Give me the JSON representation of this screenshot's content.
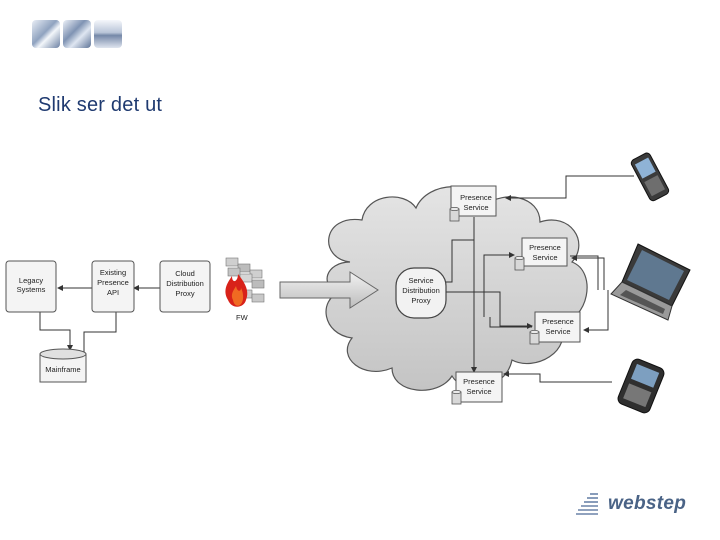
{
  "title": "Slik ser det ut",
  "diagram": {
    "legacy_systems": [
      "Legacy",
      "Systems"
    ],
    "existing_api": [
      "Existing",
      "Presence",
      "API"
    ],
    "cloud_proxy": [
      "Cloud",
      "Distribution",
      "Proxy"
    ],
    "mainframe": "Mainframe",
    "firewall": "FW",
    "service_proxy": [
      "Service",
      "Distribution",
      "Proxy"
    ],
    "presence_service_top": [
      "Presence",
      "Service"
    ],
    "presence_service_right": [
      "Presence",
      "Service"
    ],
    "presence_service_mid": [
      "Presence",
      "Service"
    ],
    "presence_service_bottom": [
      "Presence",
      "Service"
    ]
  },
  "brand": {
    "name": "webstep"
  },
  "colors": {
    "title": "#1f3a70",
    "brand": "#4a6386",
    "cloud": "#d0d0d0"
  }
}
